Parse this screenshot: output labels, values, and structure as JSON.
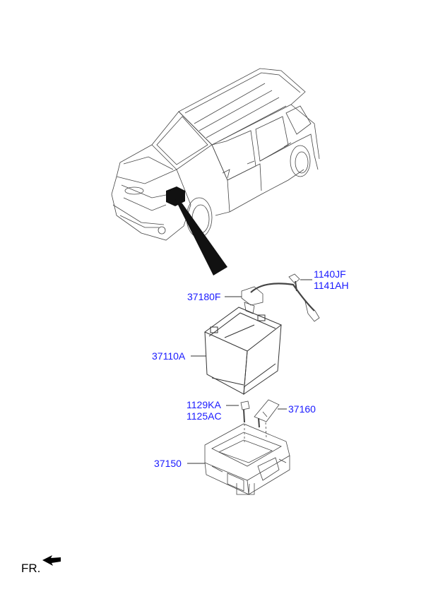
{
  "parts": {
    "p1140jf": "1140JF",
    "p1141ah": "1141AH",
    "p37180f": "37180F",
    "p37110a": "37110A",
    "p1129ka": "1129KA",
    "p1125ac": "1125AC",
    "p37160": "37160",
    "p37150": "37150"
  },
  "orientation": {
    "label": "FR."
  },
  "colors": {
    "label": "#1a1aff",
    "line": "#333333"
  },
  "icons": {
    "arrow": "front-direction-arrow-icon"
  }
}
